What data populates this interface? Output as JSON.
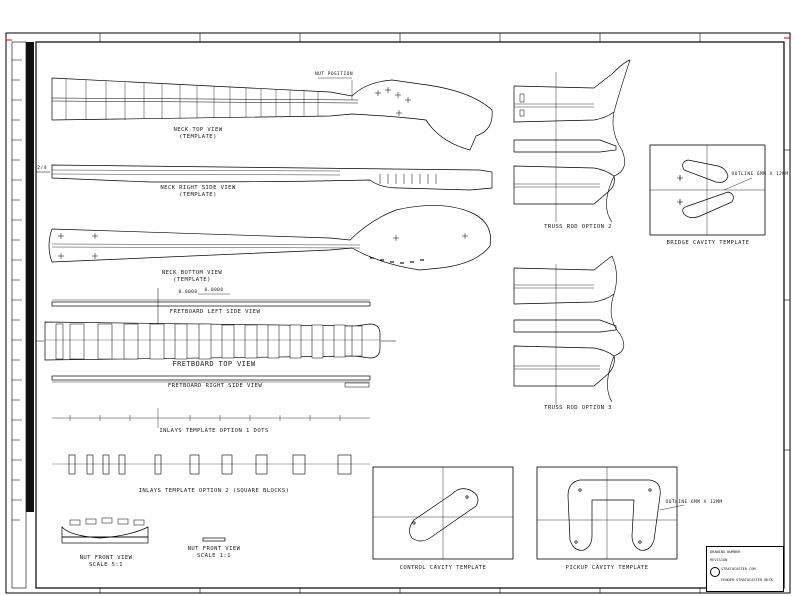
{
  "drawing": {
    "views": {
      "neck_top": "NECK TOP VIEW",
      "neck_top_sub": "(TEMPLATE)",
      "neck_right_side": "NECK RIGHT SIDE VIEW",
      "neck_right_side_sub": "(TEMPLATE)",
      "neck_bottom": "NECK BOTTOM VIEW",
      "neck_bottom_sub": "(TEMPLATE)",
      "fretboard_left_side": "FRETBOARD LEFT SIDE VIEW",
      "fretboard_top": "FRETBOARD TOP VIEW",
      "fretboard_right_side": "FRETBOARD RIGHT SIDE VIEW",
      "inlay_option_1": "INLAYS TEMPLATE OPTION 1 DOTS",
      "inlay_option_2": "INLAYS TEMPLATE OPTION 2 (SQUARE BLOCKS)",
      "nut_front": "NUT FRONT VIEW",
      "nut_front_scale": "SCALE 5:1",
      "nut_front_2": "NUT FRONT VIEW",
      "nut_front_2_scale": "SCALE 1:1",
      "truss_rod_2": "TRUSS ROD OPTION 2",
      "truss_rod_3": "TRUSS ROD OPTION 3",
      "bridge_cavity": "BRIDGE CAVITY TEMPLATE",
      "control_cavity": "CONTROL CAVITY TEMPLATE",
      "pickup_cavity": "PICKUP CAVITY TEMPLATE"
    },
    "callouts": {
      "neck_top": "Nut position",
      "neck_side": "2/4",
      "bridge": "Outline 6mm x 12mm",
      "pickup": "Outline 6mm x 12mm",
      "fretboard_a": "0.0000",
      "fretboard_b": "0.0000"
    },
    "title_block": {
      "row1": "DRAWING NUMBER",
      "row2": "REVISION",
      "row3": "STRATOCASTER.COM",
      "row4": "FENDER STRATOCASTER NECK"
    }
  }
}
